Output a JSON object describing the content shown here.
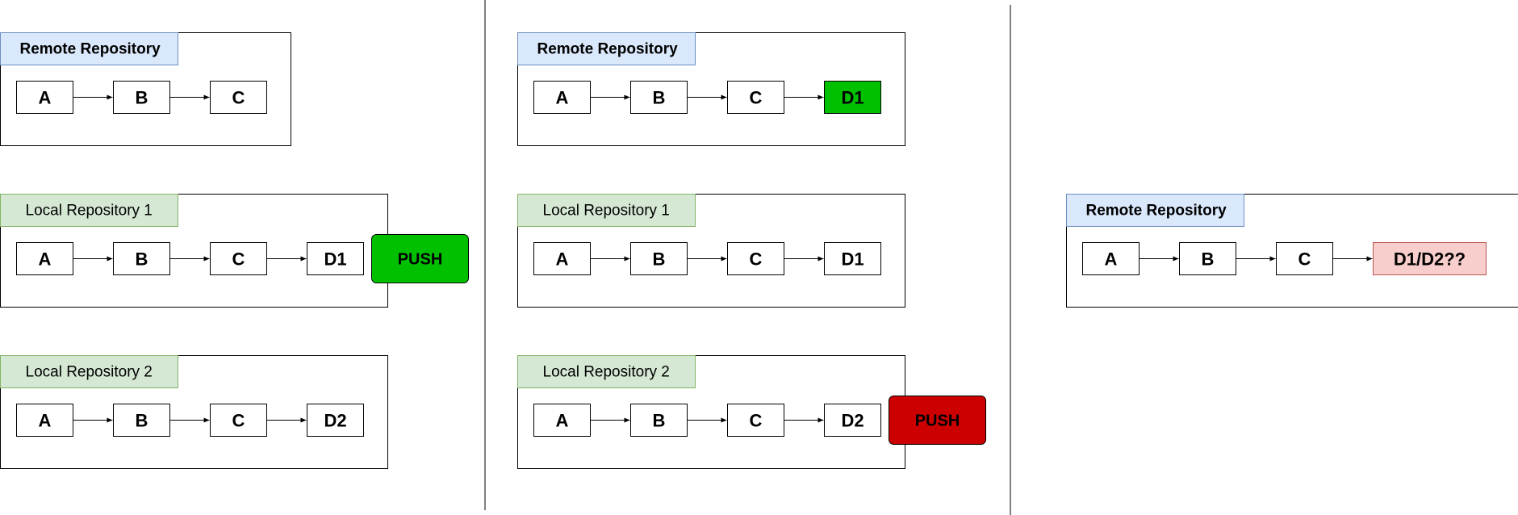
{
  "colors": {
    "remote_label_fill": "#dae8fc",
    "remote_label_stroke": "#6c8ebf",
    "local_label_fill": "#d5e8d4",
    "local_label_stroke": "#82b366",
    "push_ok": "#00c000",
    "push_rejected": "#cc0000",
    "commit_pushed": "#00c000",
    "commit_conflict_fill": "#f8cecc",
    "commit_conflict_stroke": "#b85450"
  },
  "panels": [
    {
      "repos": [
        {
          "label": "Remote Repository",
          "kind": "remote",
          "commits": [
            {
              "text": "A"
            },
            {
              "text": "B"
            },
            {
              "text": "C"
            }
          ]
        },
        {
          "label": "Local Repository 1",
          "kind": "local",
          "commits": [
            {
              "text": "A"
            },
            {
              "text": "B"
            },
            {
              "text": "C"
            },
            {
              "text": "D1"
            }
          ],
          "push": {
            "label": "PUSH",
            "status": "ok"
          }
        },
        {
          "label": "Local Repository 2",
          "kind": "local",
          "commits": [
            {
              "text": "A"
            },
            {
              "text": "B"
            },
            {
              "text": "C"
            },
            {
              "text": "D2"
            }
          ]
        }
      ]
    },
    {
      "repos": [
        {
          "label": "Remote Repository",
          "kind": "remote",
          "commits": [
            {
              "text": "A"
            },
            {
              "text": "B"
            },
            {
              "text": "C"
            },
            {
              "text": "D1",
              "status": "pushed"
            }
          ]
        },
        {
          "label": "Local Repository 1",
          "kind": "local",
          "commits": [
            {
              "text": "A"
            },
            {
              "text": "B"
            },
            {
              "text": "C"
            },
            {
              "text": "D1"
            }
          ]
        },
        {
          "label": "Local Repository 2",
          "kind": "local",
          "commits": [
            {
              "text": "A"
            },
            {
              "text": "B"
            },
            {
              "text": "C"
            },
            {
              "text": "D2"
            }
          ],
          "push": {
            "label": "PUSH",
            "status": "rejected"
          }
        }
      ]
    },
    {
      "repos": [
        {
          "label": "Remote Repository",
          "kind": "remote",
          "commits": [
            {
              "text": "A"
            },
            {
              "text": "B"
            },
            {
              "text": "C"
            },
            {
              "text": "D1/D2??",
              "status": "conflict"
            }
          ]
        }
      ]
    }
  ]
}
